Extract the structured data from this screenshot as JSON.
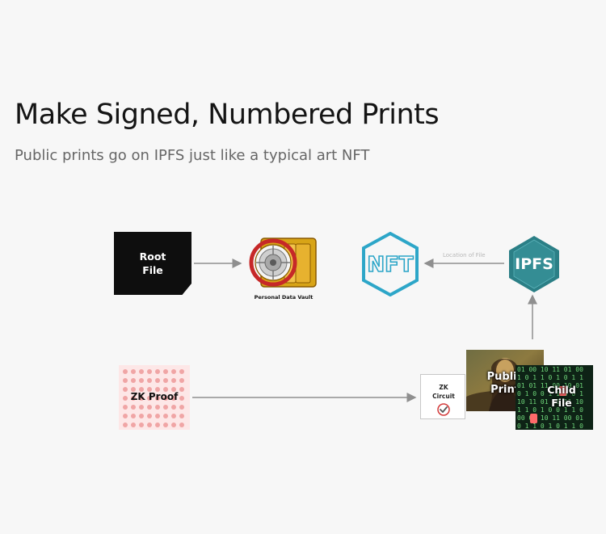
{
  "title": "Make Signed, Numbered Prints",
  "subtitle": "Public prints go on IPFS just like a typical art NFT",
  "nodes": {
    "root_file": "Root\nFile",
    "vault_label": "Personal Data Vault",
    "nft_icon": "nft-logo",
    "ipfs_text": "IPFS",
    "zk_proof": "ZK Proof",
    "zk_circuit": "ZK\nCircuit",
    "public_print": "Public\nPrint",
    "child_file": "Child\nFile"
  },
  "edges": {
    "location_of_file": "Location of File"
  },
  "colors": {
    "nft_accent": "#2da6c8",
    "ipfs_accent": "#2b7f86",
    "vault_gold": "#d8a417",
    "vault_red": "#c62828",
    "arrow": "#8f8f8f"
  }
}
